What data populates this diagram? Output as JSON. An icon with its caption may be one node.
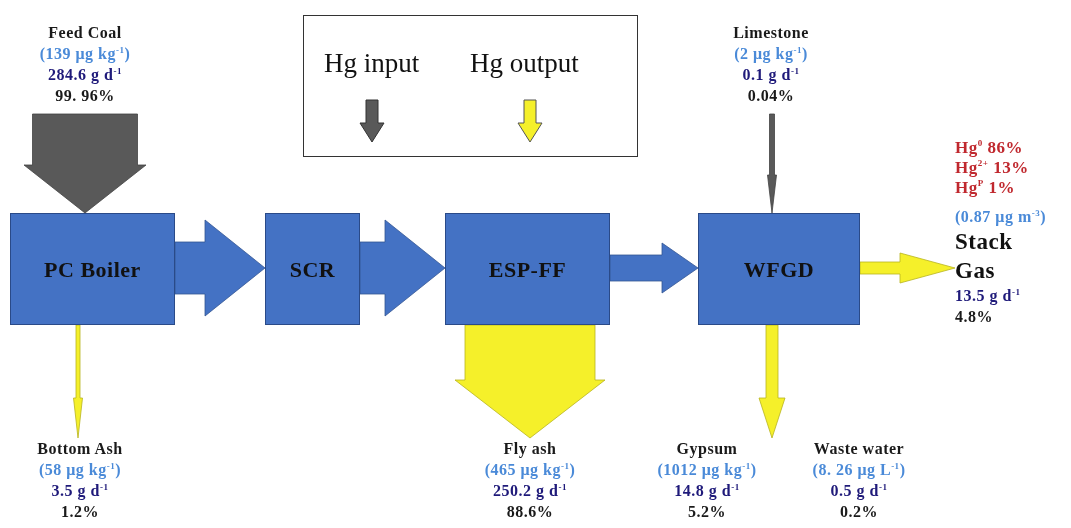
{
  "diagram": {
    "nodes": [
      {
        "text": [
          "Feed  Coal",
          "(139  μg kg$^{-1}$)",
          "284.6  g d$^{-1}$",
          "99. 96%"
        ]
      },
      {
        "text": [
          "PC Boiler"
        ]
      },
      {
        "text": [
          "SCR"
        ]
      },
      {
        "text": [
          "ESP-FF"
        ]
      },
      {
        "text": [
          "Limestone",
          "(2  μg kg$^{-1}$)",
          "0.1  g d$^{-1}$",
          "0.04%"
        ]
      },
      {
        "text": [
          "WFGD"
        ]
      },
      {
        "text": [
          "Hg$^{0}$  86%",
          "Hg$^{2+}$ 13%",
          "Hg$^{P}$  1%",
          "(0.87 μg m$^{-3}$)",
          "Stack Gas",
          "13.5  g d$^{-1}$",
          "4.8%"
        ]
      },
      {
        "text": [
          "Bottom  Ash",
          "(58  μg kg$^{-1}$)",
          "3.5  g d$^{-1}$",
          "1.2%"
        ]
      },
      {
        "text": [
          "Fly ash",
          "(465 μg kg$^{-1}$)",
          "250.2  g d$^{-1}$",
          "88.6%"
        ]
      },
      {
        "text": [
          "Gypsum",
          "(1012  μg kg$^{-1}$)",
          "14.8  g d$^{-1}$",
          "5.2%"
        ]
      },
      {
        "text": [
          "Waste  water",
          "(8. 26  μg L$^{-1}$)",
          "0.5  g d$^{-1}$",
          "0.2%"
        ]
      }
    ],
    "edges": [
      {
        "from": 0,
        "to": 1,
        "arrow": "to",
        "style": "thick",
        "color": "#595959"
      },
      {
        "from": 1,
        "to": 2,
        "arrow": "to",
        "style": "thick",
        "color": "#4472c4"
      },
      {
        "from": 2,
        "to": 3,
        "arrow": "to",
        "style": "thick",
        "color": "#4472c4"
      },
      {
        "from": 3,
        "to": 5,
        "arrow": "to",
        "style": "thick",
        "color": "#4472c4"
      },
      {
        "from": 4,
        "to": 5,
        "arrow": "to",
        "color": "#595959"
      },
      {
        "from": 5,
        "to": 6,
        "arrow": "to",
        "color": "#f5f02a"
      },
      {
        "from": 1,
        "to": 7,
        "arrow": "to",
        "color": "#f5f02a"
      },
      {
        "from": 3,
        "to": 8,
        "arrow": "to",
        "style": "thick",
        "color": "#f5f02a"
      },
      {
        "from": 5,
        "to": 9,
        "arrow": "to",
        "color": "#f5f02a"
      }
    ],
    "legend": [
      {
        "text": "Hg input"
      },
      {
        "text": "Hg output"
      }
    ]
  }
}
